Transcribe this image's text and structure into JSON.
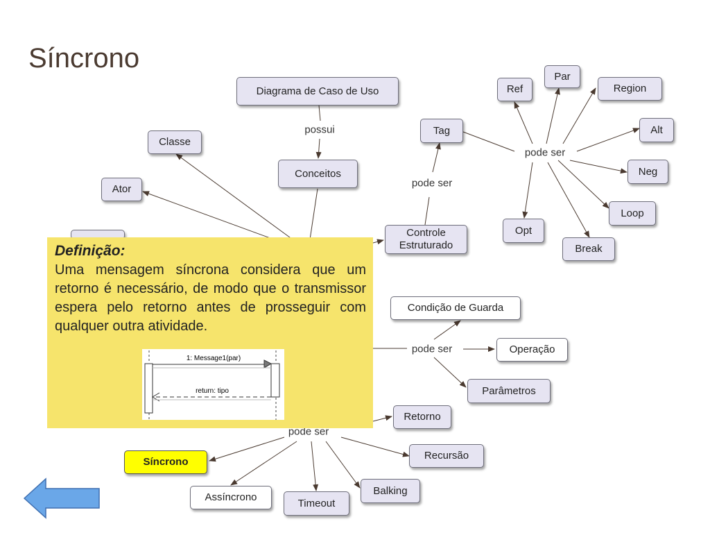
{
  "title": "Síncrono",
  "diagram": {
    "nodes": {
      "diagrama_caso_uso": "Diagrama de Caso de Uso",
      "conceitos": "Conceitos",
      "classe": "Classe",
      "ator": "Ator",
      "tag": "Tag",
      "controle_estruturado": "Controle Estruturado",
      "ref": "Ref",
      "par": "Par",
      "region": "Region",
      "alt": "Alt",
      "neg": "Neg",
      "loop": "Loop",
      "opt": "Opt",
      "break": "Break",
      "condicao_guarda": "Condição de Guarda",
      "operacao": "Operação",
      "parametros": "Parâmetros",
      "retorno": "Retorno",
      "recursao": "Recursão",
      "sincrono": "Síncrono",
      "assincrono": "Assíncrono",
      "timeout": "Timeout",
      "balking": "Balking"
    },
    "labels": {
      "possui": "possui",
      "pode_ser_tag": "pode ser",
      "pode_ser_controle": "pode ser",
      "pode_ser_mensagem": "pode ser",
      "pode_ser_tipos": "pode ser"
    },
    "colors": {
      "node_fill": "#e6e4f2",
      "highlight": "#ffff00",
      "definition_box": "#f6e46c",
      "back_arrow": "#6aa7e8"
    }
  },
  "definition": {
    "heading": "Definição:",
    "text": "Uma mensagem síncrona considera que um retorno é necessário, de modo que o transmissor espera pelo retorno antes de prosseguir com qualquer outra atividade.",
    "sequence_example": {
      "call": "1: Message1(par)",
      "return": "return: tipo"
    }
  },
  "navigation": {
    "back_icon": "left-arrow-icon"
  }
}
